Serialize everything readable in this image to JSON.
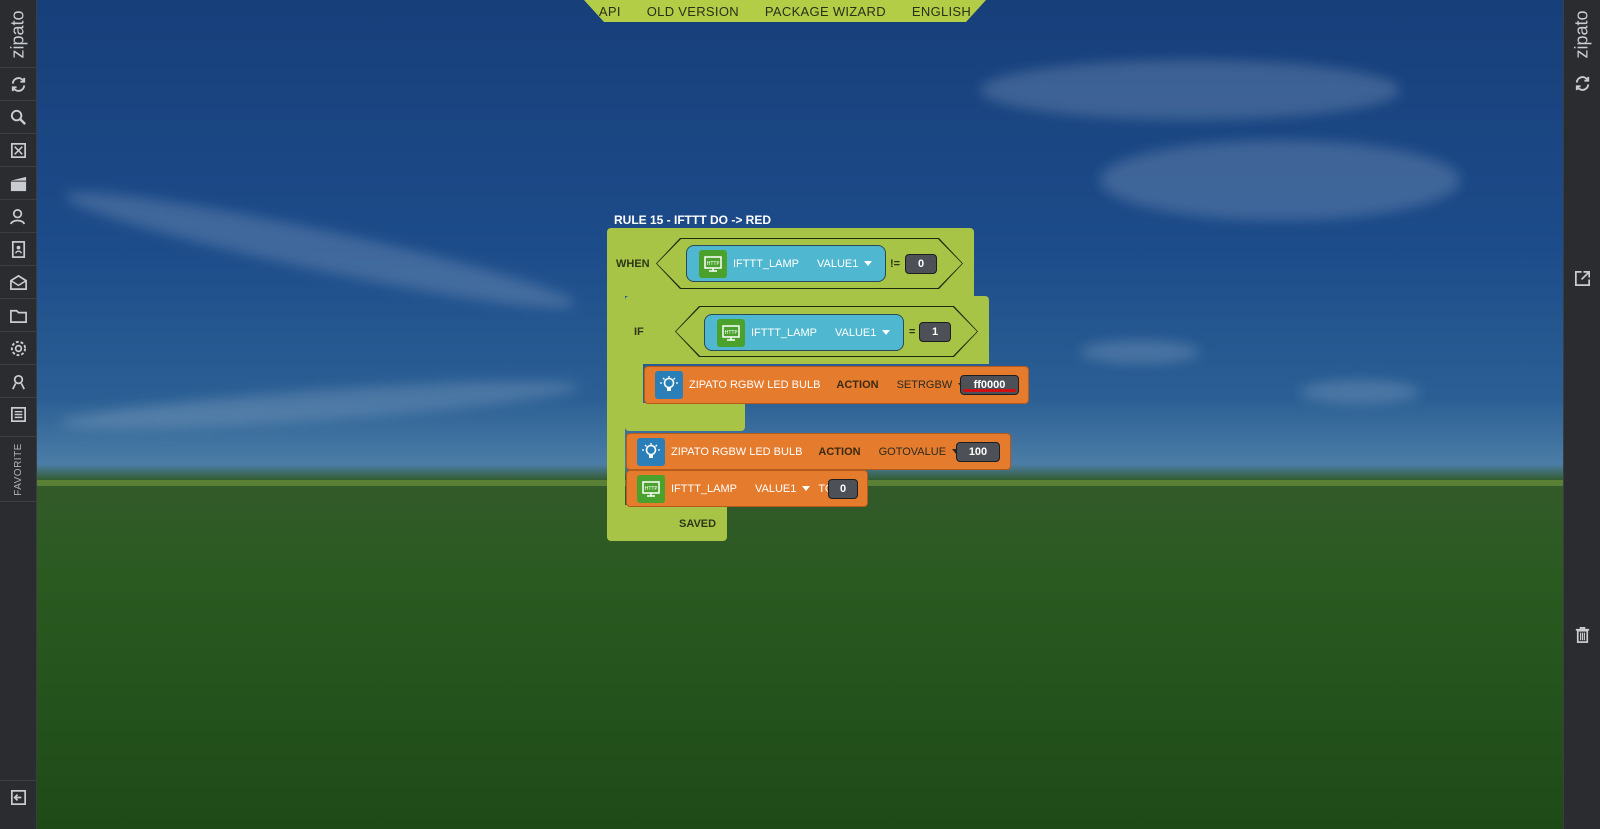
{
  "brand": {
    "logo_left": "zipato",
    "logo_right": "zipato"
  },
  "top_menu": [
    "API",
    "OLD VERSION",
    "PACKAGE WIZARD",
    "ENGLISH"
  ],
  "sidebar_left": {
    "icons": [
      "refresh-icon",
      "search-icon",
      "devices-icon",
      "scenes-icon",
      "users-icon",
      "contacts-icon",
      "messages-icon",
      "folder-icon",
      "settings-icon",
      "support-icon",
      "notes-icon"
    ],
    "favorite_label": "FAVORITE",
    "bottom_icon": "logout-icon"
  },
  "sidebar_right": {
    "icons": [
      "refresh-icon",
      "external-link-icon",
      "trash-icon"
    ]
  },
  "rule": {
    "title": "RULE 15 - IFTTT DO -> RED",
    "when": {
      "label": "WHEN",
      "device": "IFTTT_LAMP",
      "attribute": "VALUE1",
      "operator": "!=",
      "value": "0"
    },
    "if": {
      "label": "IF",
      "device": "IFTTT_LAMP",
      "attribute": "VALUE1",
      "operator": "=",
      "value": "1",
      "action": {
        "device": "ZIPATO RGBW LED BULB",
        "action_label": "ACTION",
        "command": "SETRGBW",
        "value": "ff0000"
      }
    },
    "action2": {
      "device": "ZIPATO RGBW LED BULB",
      "action_label": "ACTION",
      "command": "GOTOVALUE",
      "value": "100"
    },
    "set": {
      "device": "IFTTT_LAMP",
      "attribute": "VALUE1",
      "to_label": "TO",
      "value": "0"
    },
    "status": "SAVED"
  },
  "colors": {
    "lime": "#a8c447",
    "cyan": "#4fb8d0",
    "orange": "#e57b2d",
    "sidebar": "#2a2c30",
    "menu": "#b3cd46",
    "swatch": "#d01010"
  }
}
